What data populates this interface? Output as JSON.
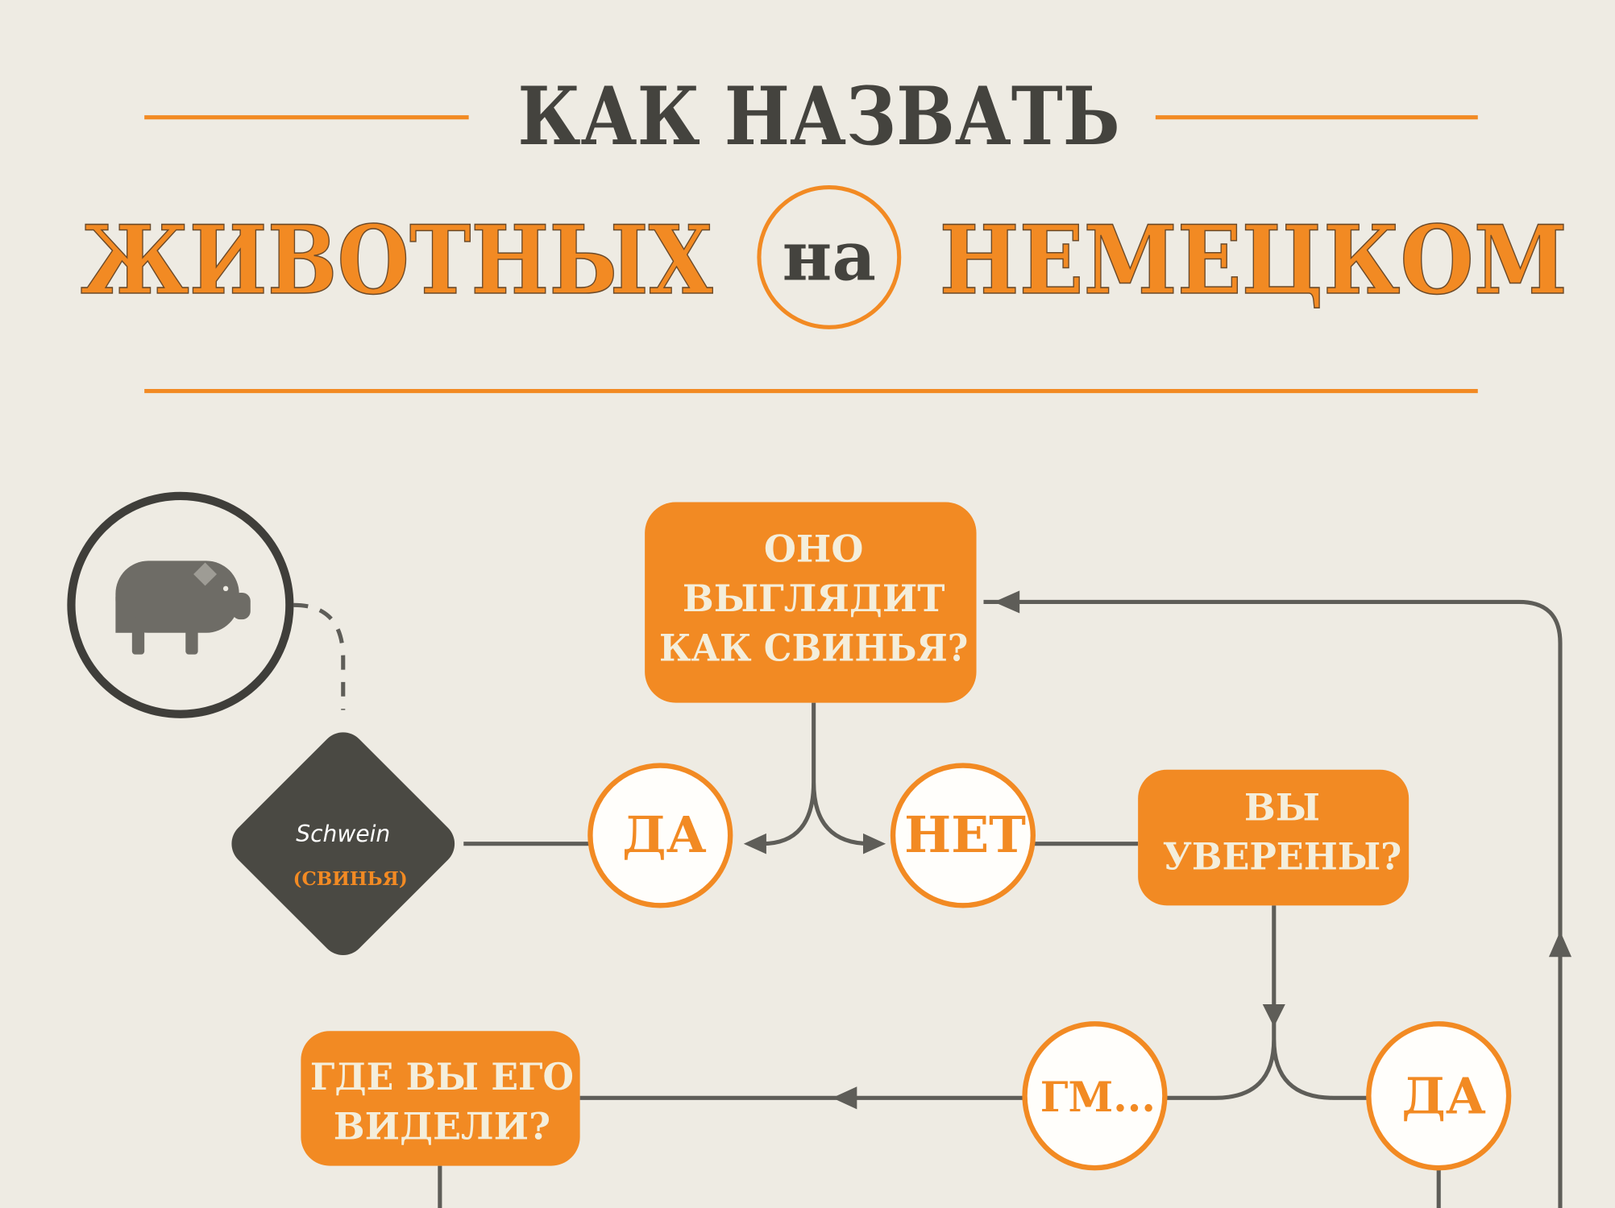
{
  "title": {
    "line1": "КАК НАЗВАТЬ",
    "word_left": "ЖИВОТНЫХ",
    "circle_word": "на",
    "word_right": "НЕМЕЦКОМ"
  },
  "diagram": {
    "result": {
      "icon": "pig-icon",
      "german": "Schwein",
      "russian": "(СВИНЬЯ)"
    },
    "question1": {
      "lines": [
        "ОНО",
        "ВЫГЛЯДИТ",
        "КАК СВИНЬЯ?"
      ]
    },
    "answer_yes1": "ДА",
    "answer_no": "НЕТ",
    "question2": {
      "lines": [
        "ВЫ",
        "УВЕРЕНЫ?"
      ]
    },
    "answer_hmm": "ГМ...",
    "answer_yes2": "ДА",
    "question3": {
      "lines": [
        "ГДЕ ВЫ ЕГО",
        "ВИДЕЛИ?"
      ]
    }
  },
  "colors": {
    "accent": "#f28a23",
    "dark": "#44433e",
    "background": "#eeebe3"
  }
}
